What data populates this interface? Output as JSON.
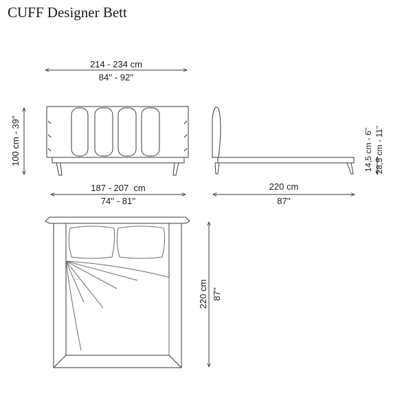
{
  "title": "CUFF Designer Bett",
  "dimensions": {
    "headboard_width_cm": "214 - 234 cm",
    "headboard_width_in": "84'' - 92''",
    "headboard_height_cm_in": "100 cm - 39''",
    "bed_width_cm": "187 - 207  cm",
    "bed_width_in": "74'' - 81''",
    "side_length_cm": "220 cm",
    "side_length_in": "87''",
    "frame_height_cm_in": "14,5 cm - 6''",
    "frame_top_height_cm_in": "28,5 cm - 11''",
    "plan_length_cm": "220 cm",
    "plan_length_in": "87''"
  },
  "colors": {
    "line": "#3a3a3a",
    "text": "#1a1a1a",
    "light": "#9a9a9a"
  }
}
